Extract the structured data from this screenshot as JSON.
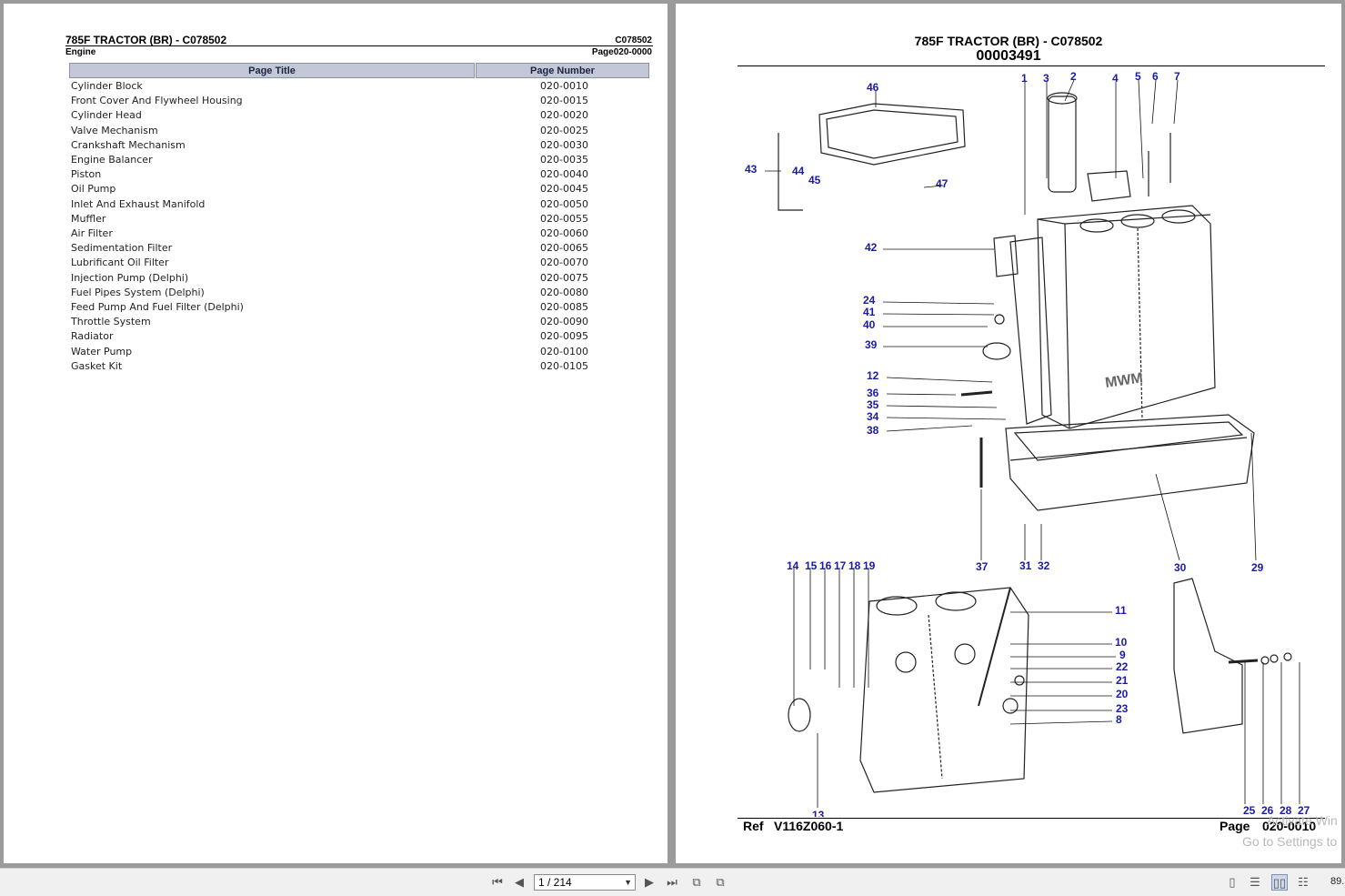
{
  "left_page": {
    "title": "785F TRACTOR (BR) - C078502",
    "code": "C078502",
    "section": "Engine",
    "page_ref": "Page020-0000",
    "col_title": "Page Title",
    "col_number": "Page Number",
    "rows": [
      {
        "title": "Cylinder Block",
        "number": "020-0010"
      },
      {
        "title": "Front Cover And Flywheel Housing",
        "number": "020-0015"
      },
      {
        "title": "Cylinder Head",
        "number": "020-0020"
      },
      {
        "title": "Valve Mechanism",
        "number": "020-0025"
      },
      {
        "title": "Crankshaft Mechanism",
        "number": "020-0030"
      },
      {
        "title": "Engine Balancer",
        "number": "020-0035"
      },
      {
        "title": "Piston",
        "number": "020-0040"
      },
      {
        "title": "Oil Pump",
        "number": "020-0045"
      },
      {
        "title": "Inlet And Exhaust Manifold",
        "number": "020-0050"
      },
      {
        "title": "Muffler",
        "number": "020-0055"
      },
      {
        "title": "Air Filter",
        "number": "020-0060"
      },
      {
        "title": "Sedimentation Filter",
        "number": "020-0065"
      },
      {
        "title": "Lubrificant Oil Filter",
        "number": "020-0070"
      },
      {
        "title": "Injection Pump (Delphi)",
        "number": "020-0075"
      },
      {
        "title": "Fuel Pipes System (Delphi)",
        "number": "020-0080"
      },
      {
        "title": "Feed Pump And Fuel Filter (Delphi)",
        "number": "020-0085"
      },
      {
        "title": "Throttle System",
        "number": "020-0090"
      },
      {
        "title": "Radiator",
        "number": "020-0095"
      },
      {
        "title": "Water Pump",
        "number": "020-0100"
      },
      {
        "title": "Gasket Kit",
        "number": "020-0105"
      }
    ]
  },
  "right_page": {
    "title": "785F TRACTOR (BR) - C078502",
    "subtitle": "00003491",
    "ref_label": "Ref",
    "ref_value": "V116Z060-1",
    "page_label": "Page",
    "page_value": "020-0010",
    "watermark_line1": "Activate Win",
    "watermark_line2": "Go to Settings to",
    "brand_mark": "MWM",
    "callouts": [
      "1",
      "2",
      "3",
      "4",
      "5",
      "6",
      "7",
      "8",
      "9",
      "10",
      "11",
      "12",
      "13",
      "14",
      "15",
      "16",
      "17",
      "18",
      "19",
      "20",
      "21",
      "22",
      "23",
      "24",
      "25",
      "26",
      "27",
      "28",
      "29",
      "30",
      "31",
      "32",
      "34",
      "35",
      "36",
      "37",
      "38",
      "39",
      "40",
      "41",
      "42",
      "43",
      "44",
      "45",
      "46",
      "47"
    ]
  },
  "toolbar": {
    "page_indicator": "1 / 214",
    "zoom": "89.",
    "icons": [
      "first-page-icon",
      "prev-page-icon",
      "next-page-icon",
      "last-page-icon",
      "prev-view-icon",
      "next-view-icon",
      "single-page-icon",
      "continuous-icon",
      "two-page-icon",
      "two-page-continuous-icon"
    ]
  },
  "colors": {
    "callout": "#1a1aa6",
    "table_header": "#c2c8d8",
    "background": "#9b9b9b"
  }
}
